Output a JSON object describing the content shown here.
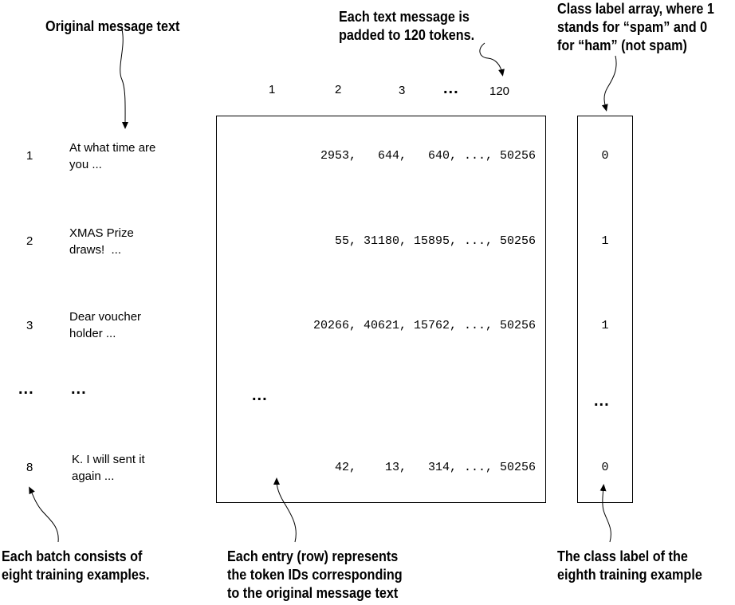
{
  "annotations": {
    "original_text": "Original message text",
    "padded": [
      "Each text message is",
      "padded to 120 tokens."
    ],
    "class_label": [
      "Class label array, where 1",
      "stands for “spam” and 0",
      "for “ham” (not spam)"
    ],
    "batch": [
      "Each batch consists of",
      "eight training examples."
    ],
    "entry": [
      "Each entry (row) represents",
      "the token IDs corresponding",
      "to the original message text"
    ],
    "eighth": [
      "The class label of the",
      "eighth training example"
    ]
  },
  "columns": [
    "1",
    "2",
    "3",
    "...",
    "120"
  ],
  "rows": [
    {
      "index": "1",
      "text": [
        "At what time are",
        "you ..."
      ],
      "tokens": "2953,   644,   640, ..., 50256",
      "label": "0"
    },
    {
      "index": "2",
      "text": [
        "XMAS Prize",
        "draws!  ..."
      ],
      "tokens": "55, 31180, 15895, ..., 50256",
      "label": "1"
    },
    {
      "index": "3",
      "text": [
        "Dear voucher",
        "holder ..."
      ],
      "tokens": "20266, 40621, 15762, ..., 50256",
      "label": "1"
    },
    {
      "index": "...",
      "text": [
        "..."
      ],
      "tokens": "...",
      "label": "..."
    },
    {
      "index": "8",
      "text": [
        "K. I will sent it",
        "again ..."
      ],
      "tokens": "42,    13,   314, ..., 50256",
      "label": "0"
    }
  ]
}
